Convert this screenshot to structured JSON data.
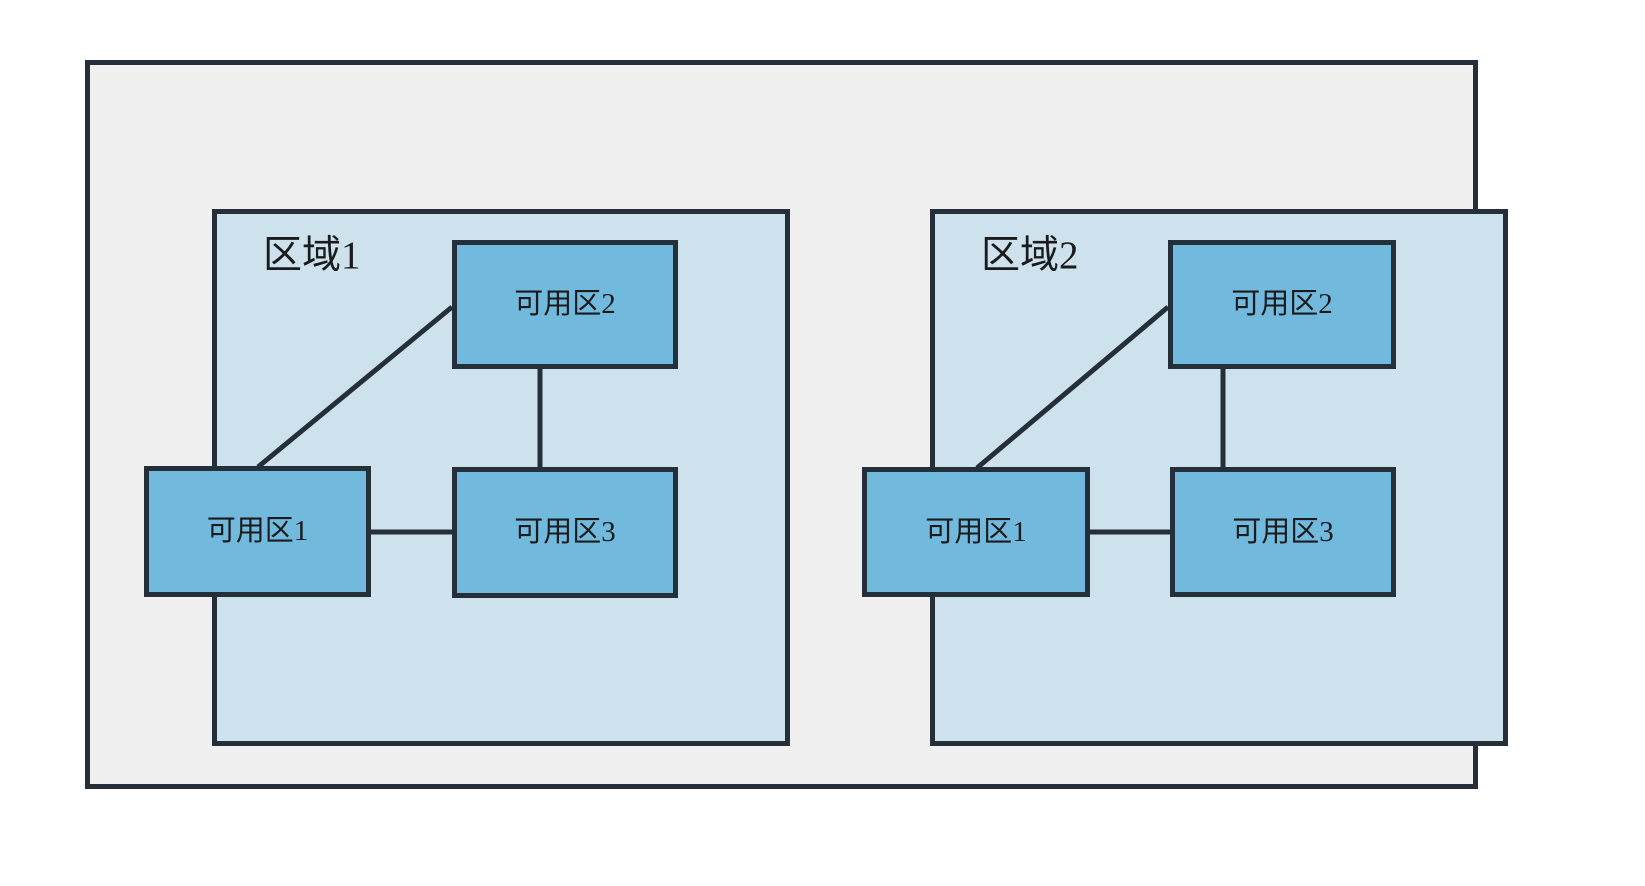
{
  "diagram": {
    "title": "",
    "colors": {
      "outer_background": "#f0f0f0",
      "region_background": "#cee2ee",
      "node_fill": "#71bade",
      "stroke": "#242f3a",
      "text": "#1b1b1b"
    },
    "regions": [
      {
        "id": "region-1",
        "label": "区域1",
        "nodes": [
          {
            "id": "r1-az1",
            "label": "可用区1"
          },
          {
            "id": "r1-az2",
            "label": "可用区2"
          },
          {
            "id": "r1-az3",
            "label": "可用区3"
          }
        ],
        "connections": [
          {
            "from": "可用区1",
            "to": "可用区2",
            "style": "diagonal"
          },
          {
            "from": "可用区1",
            "to": "可用区3",
            "style": "horizontal"
          },
          {
            "from": "可用区2",
            "to": "可用区3",
            "style": "vertical"
          }
        ]
      },
      {
        "id": "region-2",
        "label": "区域2",
        "nodes": [
          {
            "id": "r2-az1",
            "label": "可用区1"
          },
          {
            "id": "r2-az2",
            "label": "可用区2"
          },
          {
            "id": "r2-az3",
            "label": "可用区3"
          }
        ],
        "connections": [
          {
            "from": "可用区1",
            "to": "可用区2",
            "style": "diagonal"
          },
          {
            "from": "可用区1",
            "to": "可用区3",
            "style": "horizontal"
          },
          {
            "from": "可用区2",
            "to": "可用区3",
            "style": "vertical"
          }
        ]
      }
    ]
  }
}
